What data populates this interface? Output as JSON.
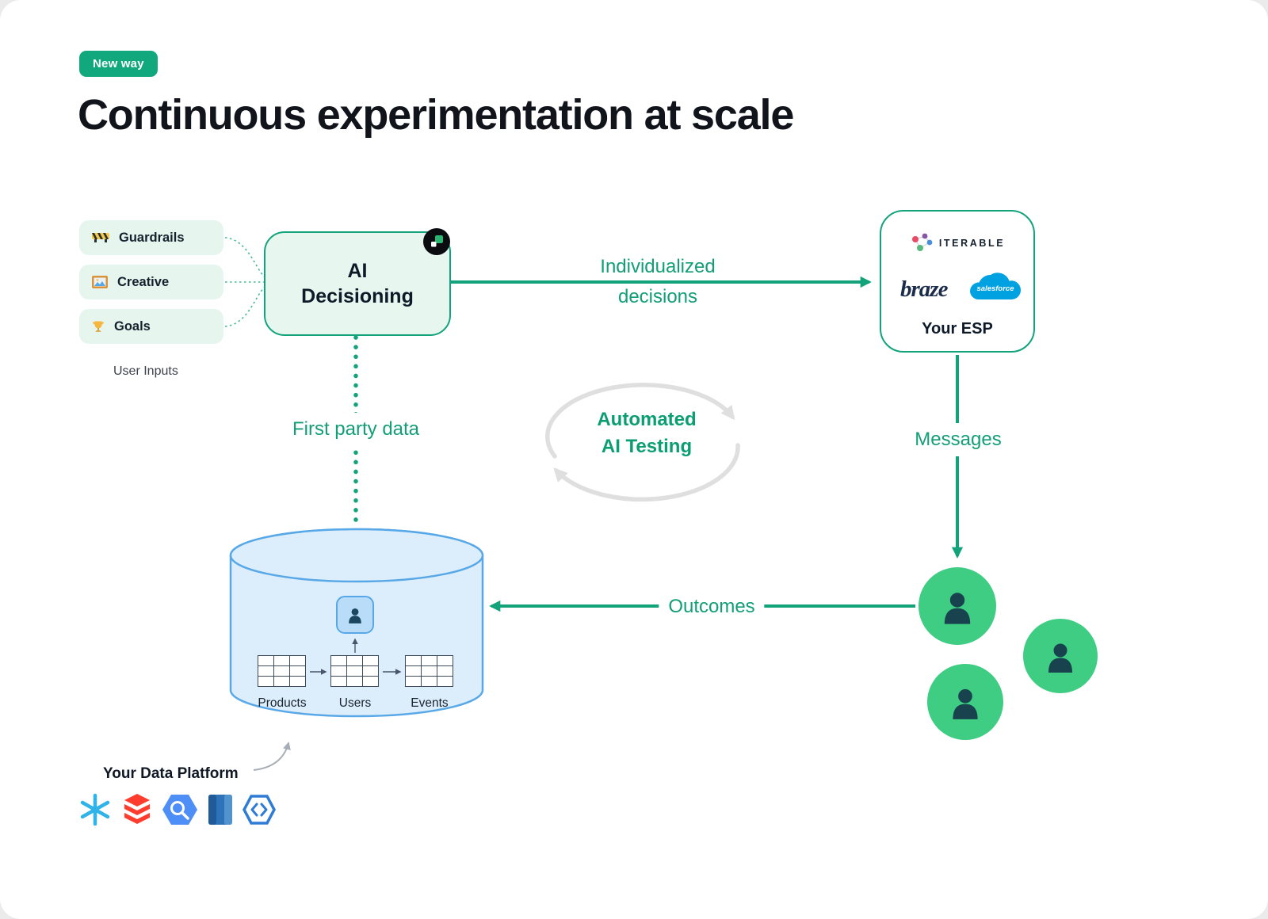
{
  "page": {
    "badge": "New way",
    "title": "Continuous experimentation at scale"
  },
  "user_inputs": {
    "caption": "User Inputs",
    "items": [
      {
        "label": "Guardrails"
      },
      {
        "label": "Creative"
      },
      {
        "label": "Goals"
      }
    ]
  },
  "ai_decisioning": {
    "line1": "AI",
    "line2": "Decisioning"
  },
  "flow": {
    "individualized_line1": "Individualized",
    "individualized_line2": "decisions",
    "first_party": "First party data",
    "automated_line1": "Automated",
    "automated_line2": "AI Testing",
    "messages": "Messages",
    "outcomes": "Outcomes"
  },
  "esp": {
    "iterable": "ITERABLE",
    "braze": "braze",
    "salesforce": "salesforce",
    "caption": "Your ESP"
  },
  "data_platform": {
    "caption": "Your Data Platform",
    "tables": [
      {
        "label": "Products"
      },
      {
        "label": "Users"
      },
      {
        "label": "Events"
      }
    ],
    "icons": [
      "snowflake-icon",
      "databricks-icon",
      "bigquery-icon",
      "redshift-icon",
      "hexagon-platform-icon"
    ]
  },
  "colors": {
    "accent_green": "#12A37B",
    "badge_green": "#12A87D",
    "light_green_fill": "#E6F6EF",
    "blue_stroke": "#58A8E8",
    "blue_fill": "#DCEEFB",
    "avatar_green": "#3FCD83",
    "avatar_person": "#18424E",
    "label_green": "#129E76",
    "cycle_gray": "#DFDFDF"
  }
}
